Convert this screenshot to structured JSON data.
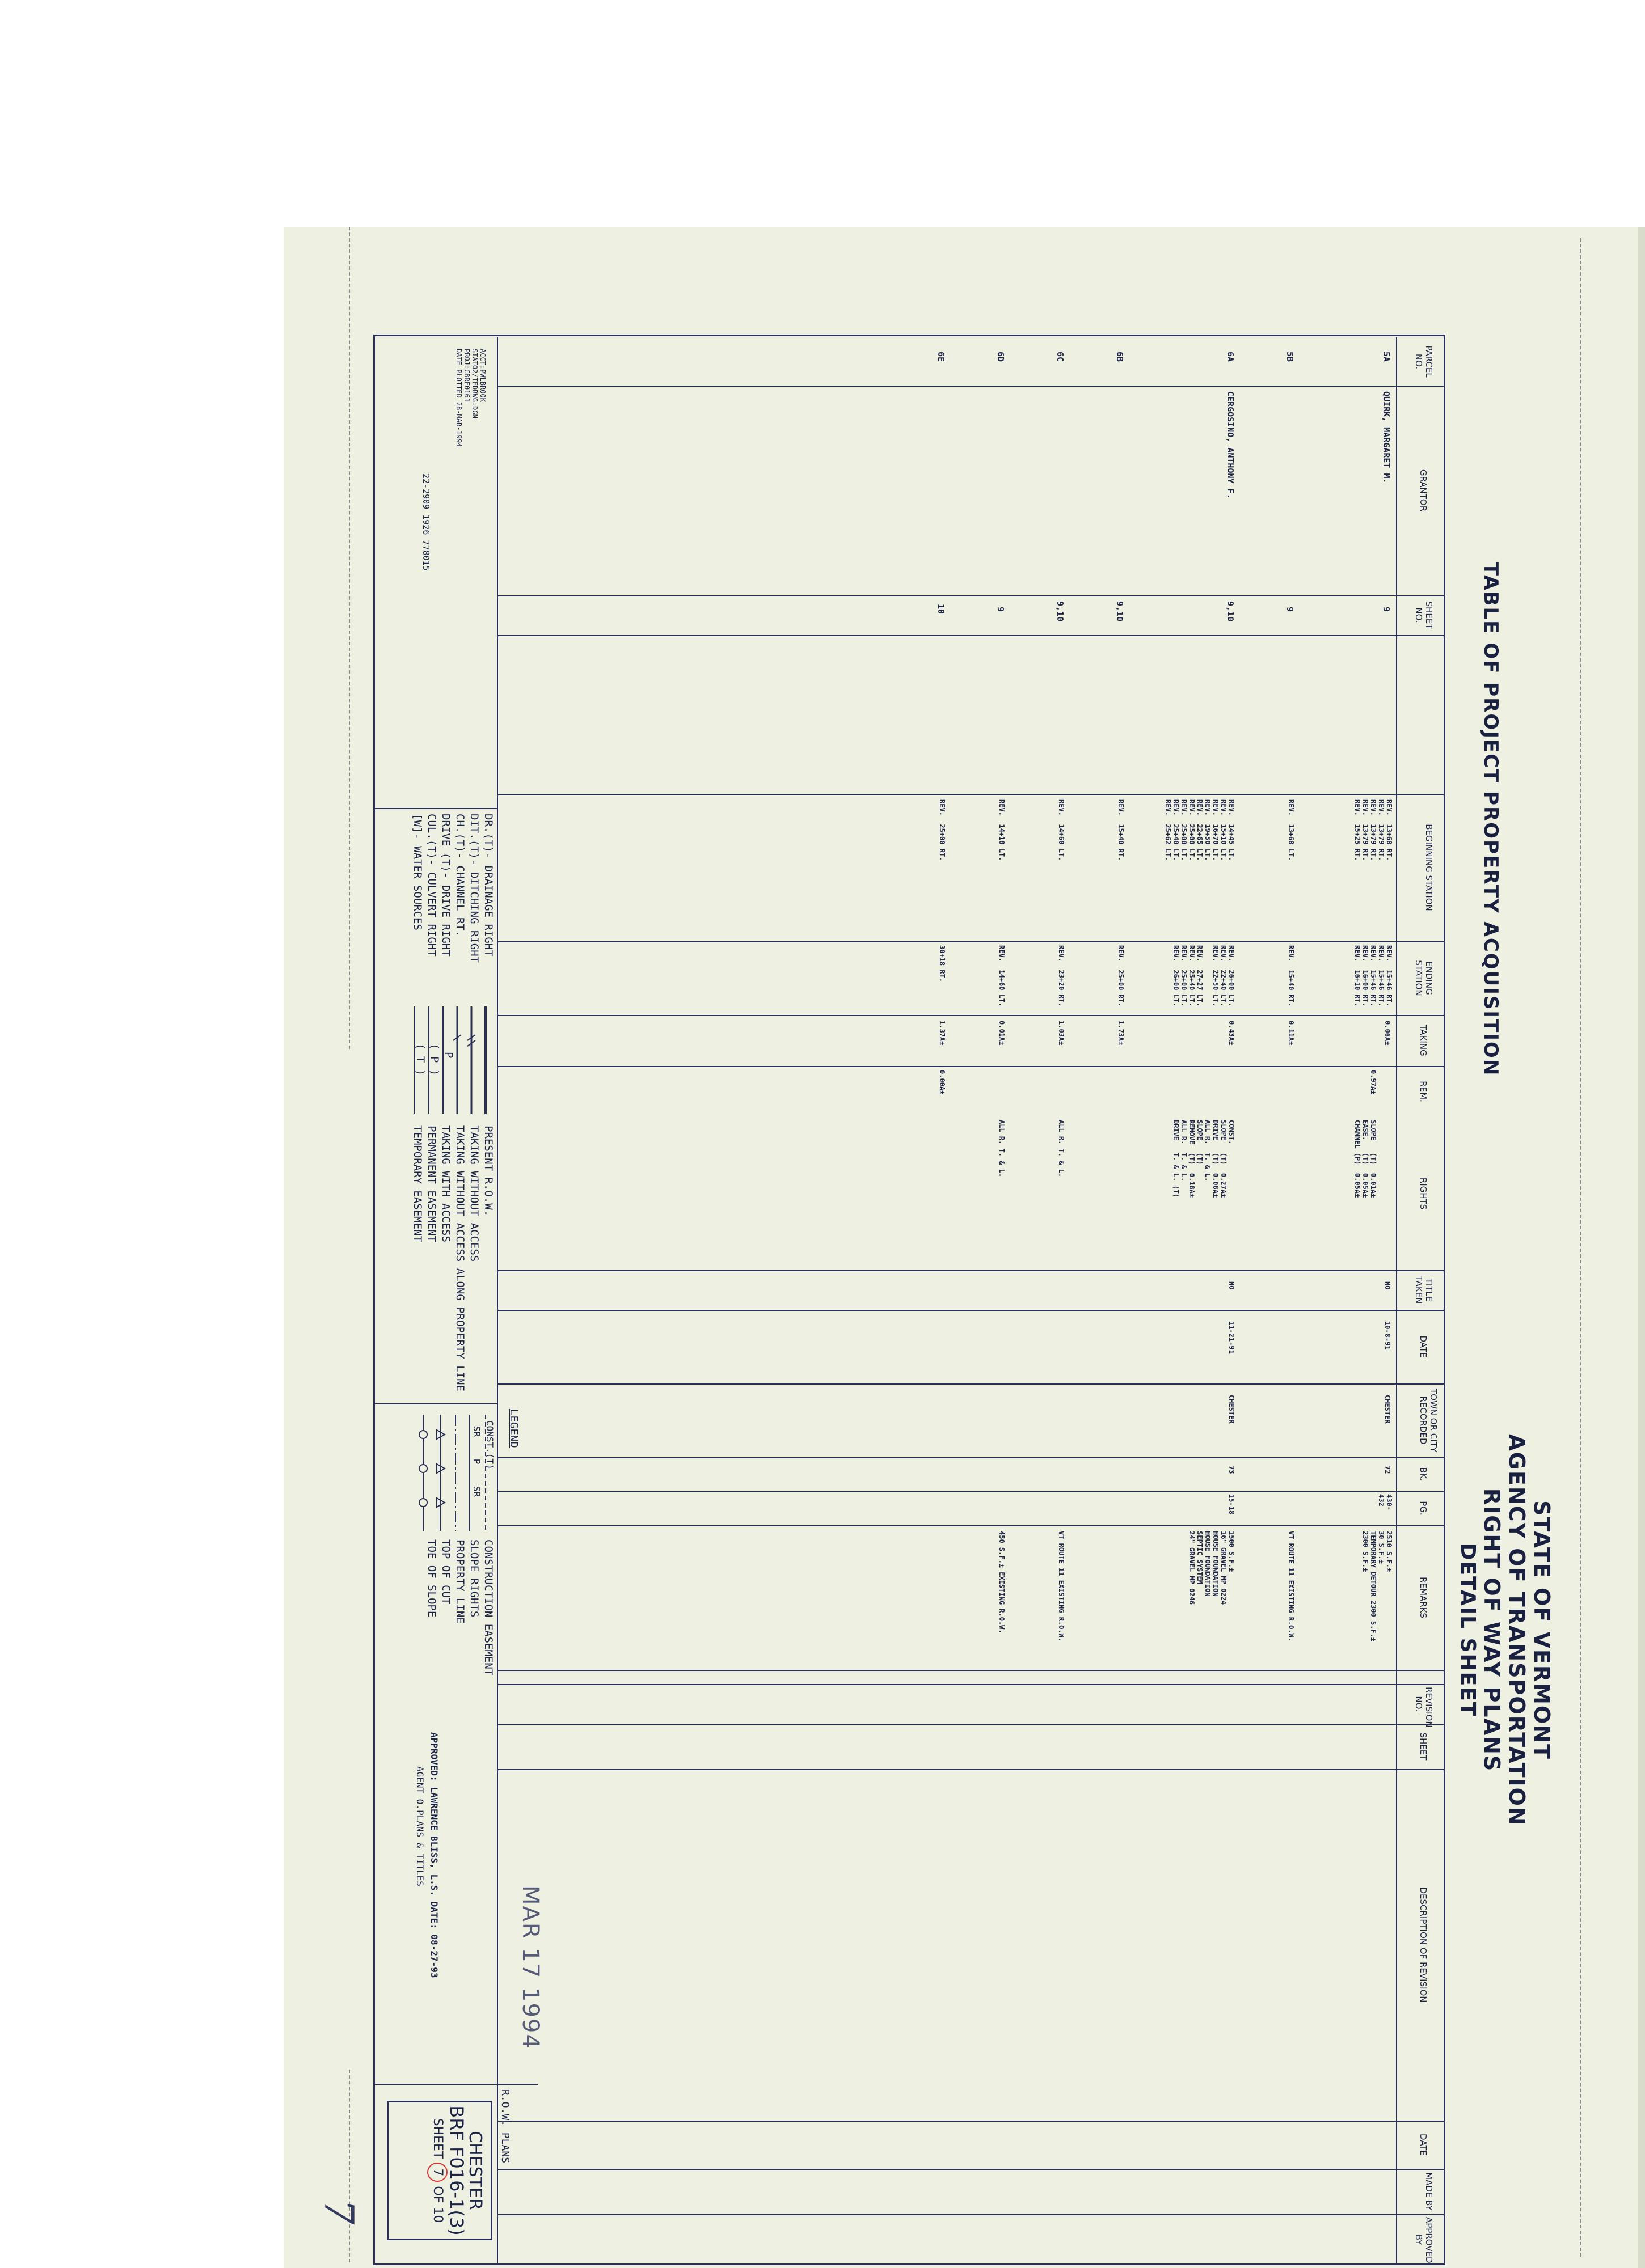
{
  "title": {
    "line1": "STATE OF VERMONT",
    "line2": "AGENCY OF TRANSPORTATION",
    "line3": "RIGHT OF WAY PLANS",
    "line4": "DETAIL SHEET",
    "table_title": "TABLE OF PROJECT PROPERTY ACQUISITION"
  },
  "headers": {
    "parcel": "PARCEL NO.",
    "grantor": "GRANTOR",
    "sheet": "SHEET NO.",
    "beginning": "BEGINNING STATION",
    "ending": "ENDING STATION",
    "taking": "TAKING",
    "rem": "REM.",
    "rights": "RIGHTS",
    "title_taken": "TITLE TAKEN",
    "date": "DATE",
    "town": "TOWN OR CITY RECORDED",
    "bk": "BK.",
    "pg": "PG.",
    "remarks": "REMARKS",
    "revision_no": "REVISION NO.",
    "rev_sheet": "SHEET",
    "description": "DESCRIPTION OF REVISION",
    "rev_date": "DATE",
    "made_by": "MADE BY",
    "approved_by": "APPROVED BY"
  },
  "rows": [
    {
      "parcel": "5A",
      "grantor": "QUIRK, MARGARET M.",
      "sheet": "9",
      "beginning": "REV.  13+68 RT.\nREV.  13+79 RT.\nREV.  13+79 RT.\nREV.  13+79 RT.\nREV.  15+25 RT.",
      "ending": "REV.  15+46 RT.\nREV.  15+46 RT.\nREV.  15+46 RT.\nREV.  16+00 RT.\nREV.  16+10 RT.",
      "taking": "0.06A±",
      "rem": "0.97A±",
      "rights": "SLOPE   (T)  0.01A±\nEASE.   (T)  0.05A±\nCHANNEL (P)  0.05A±",
      "title_taken": "NO",
      "date": "10-8-91",
      "town": "CHESTER",
      "bk": "72",
      "pg": "430-\n432",
      "remarks": "2510 S.F.±\n30 S.F.±\nTEMPORARY DETOUR 2300 S.F.±\n2300 S.F.±"
    },
    {
      "parcel": "5B",
      "grantor": "",
      "sheet": "9",
      "beginning": "REV.  13+68 LT.",
      "ending": "REV.  15+40 RT.",
      "taking": "0.11A±",
      "rem": "",
      "rights": "",
      "title_taken": "",
      "date": "",
      "town": "",
      "bk": "",
      "pg": "",
      "remarks": "VT ROUTE 11 EXISTING R.O.W."
    },
    {
      "parcel": "6A",
      "grantor": "CERGOSINO, ANTHONY F.",
      "sheet": "9,10",
      "beginning": "REV.  14+45 LT.\nREV.  15+10 LT.\nREV.  16+70 LT.\nREV.  19+50 LT.\nREV.  22+65 LT.\nREV.  25+00 LT.\nREV.  25+00 LT.\nREV.  25+40 LT.\nREV.  25+62 LT.",
      "ending": "REV.  26+00 LT.\nREV.  22+40 LT.\nREV.  22+50 LT.\n\nREV.  27+27 LT.\nREV.  25+40 LT.\nREV.  25+00 LT.\nREV.  26+00 LT.\n",
      "taking": "0.43A±",
      "rem": "",
      "rights": "CONST.              \nSLOPE   (T)  0.27A±\nDRIVE   (T)  0.08A±\nALL R.  T. & L.    \nSLOPE   (T)        \nREMOVE  (T)  0.18A±\nALL R.  T. & L.    \nDRIVE   T. & L. (T)",
      "title_taken": "NO",
      "date": "11-21-91",
      "town": "CHESTER",
      "bk": "73",
      "pg": "15-18",
      "remarks": "1500 S.F.±\n16\" GRAVEL MP 0224\nHOUSE FOUNDATION\nHOUSE FOUNDATION\nSEPTIC SYSTEM\n24\" GRAVEL MP 0246"
    },
    {
      "parcel": "6B",
      "grantor": "",
      "sheet": "9,10",
      "beginning": "REV.  15+40 RT.",
      "ending": "REV.  25+00 RT.",
      "taking": "1.73A±",
      "rem": "",
      "rights": "",
      "title_taken": "",
      "date": "",
      "town": "",
      "bk": "",
      "pg": "",
      "remarks": ""
    },
    {
      "parcel": "6C",
      "grantor": "",
      "sheet": "9,10",
      "beginning": "REV.  14+60 LT.",
      "ending": "REV.  23+20 RT.",
      "taking": "1.03A±",
      "rem": "",
      "rights": "ALL R. T. & L.",
      "title_taken": "",
      "date": "",
      "town": "",
      "bk": "",
      "pg": "",
      "remarks": "VT ROUTE 11 EXISTING R.O.W."
    },
    {
      "parcel": "6D",
      "grantor": "",
      "sheet": "9",
      "beginning": "REV.  14+18 LT.",
      "ending": "REV.  14+60 LT.",
      "taking": "0.01A±",
      "rem": "",
      "rights": "ALL R. T. & L.",
      "title_taken": "",
      "date": "",
      "town": "",
      "bk": "",
      "pg": "",
      "remarks": "450 S.F.± EXISTING R.O.W."
    },
    {
      "parcel": "6E",
      "grantor": "",
      "sheet": "10",
      "beginning": "REV.  25+00 RT.",
      "ending": "30+18 RT.",
      "taking": "1.37A±",
      "rem": "0.00A±",
      "rights": "",
      "title_taken": "",
      "date": "",
      "town": "",
      "bk": "",
      "pg": "",
      "remarks": ""
    }
  ],
  "legend": {
    "heading": "LEGEND",
    "left": [
      "DR.(T)- DRAINAGE RIGHT",
      "DIT.(T)- DITCHING RIGHT",
      "CH.(T)- CHANNEL RT.",
      "DRIVE (T)- DRIVE RIGHT",
      "CUL.(T)- CULVERT RIGHT",
      "[W]- WATER SOURCES"
    ],
    "middle": [
      "PRESENT R.O.W.",
      "TAKING WITHOUT ACCESS",
      "TAKING WITHOUT ACCESS ALONG PROPERTY LINE",
      "TAKING WITH ACCESS",
      "PERMANENT EASEMENT",
      "TEMPORARY EASEMENT"
    ],
    "middle_symbols": [
      "",
      "",
      "",
      "P",
      "( P )",
      "( T )"
    ],
    "right": [
      "CONSTRUCTION EASEMENT",
      "SLOPE RIGHTS",
      "PROPERTY LINE",
      "TOP OF CUT",
      "TOE OF SLOPE"
    ],
    "right_symbols": [
      "CONST.(T)",
      "SR    P    SR",
      "",
      "",
      ""
    ]
  },
  "footer": {
    "file_info": "ACCT:PWLBROOK\nSTAT02/TFDRWG.DGN\nPROJ:CBRF0161\nDATE PLOTTED 28-MAR-1994",
    "code": "22-2909 1926 778015",
    "approved": "APPROVED: LAWRENCE BLISS, L.S. DATE: 08-27-93",
    "agent": "AGENT O.PLANS & TITLES",
    "stamp": "MAR 17 1994",
    "row_plans": "R.O.W. PLANS",
    "town": "CHESTER",
    "project": "BRF F016-1(3)",
    "sheet_prefix": "SHEET",
    "sheet_num": "7",
    "sheet_suffix": "OF 10",
    "handwritten": "7"
  }
}
